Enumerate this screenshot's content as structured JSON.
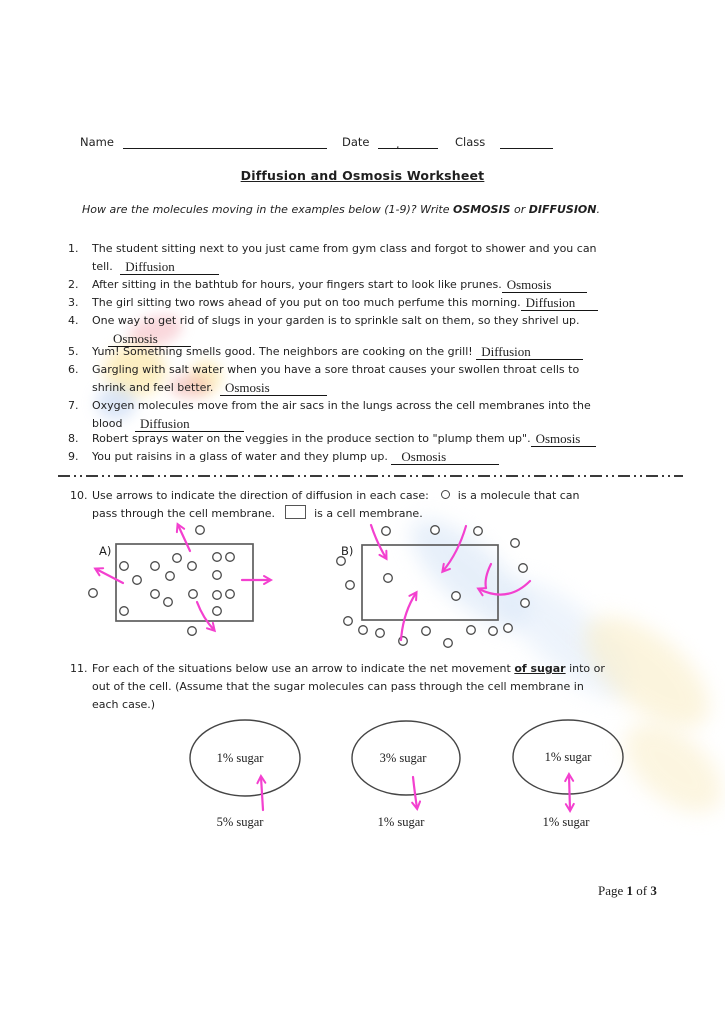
{
  "header": {
    "name_label": "Name",
    "date_label": "Date",
    "date_comma": ",",
    "class_label": "Class"
  },
  "title": "Diffusion and Osmosis Worksheet",
  "instruction": {
    "pre": "How are the molecules moving in the examples below (1-9)?  Write ",
    "osmosis": "OSMOSIS",
    "mid": " or ",
    "diffusion": "DIFFUSION",
    "end": "."
  },
  "questions": [
    {
      "num": "1.",
      "line1": "The student sitting next to you just came from gym class and forgot to shower and you can",
      "line2": "tell.",
      "answer": "Diffusion"
    },
    {
      "num": "2.",
      "line1": "After sitting in the bathtub for hours, your fingers start to look like prunes.",
      "answer": "Osmosis"
    },
    {
      "num": "3.",
      "line1": "The girl sitting two rows ahead of you put on too much perfume this morning.",
      "answer": "Diffusion"
    },
    {
      "num": "4.",
      "line1": "One way to get rid of slugs in your garden is to sprinkle salt on them, so they shrivel up.",
      "answer": "Osmosis"
    },
    {
      "num": "5.",
      "line1": "Yum! Something smells good. The neighbors are cooking on the grill!",
      "answer": "Diffusion"
    },
    {
      "num": "6.",
      "line1": "Gargling with salt water when you have a sore throat causes your swollen throat cells to",
      "line2": "shrink and feel better.",
      "answer": "Osmosis"
    },
    {
      "num": "7.",
      "line1": "Oxygen molecules move from the air sacs in the lungs across the cell membranes into the",
      "line2": "blood",
      "answer": "Diffusion"
    },
    {
      "num": "8.",
      "line1": "Robert sprays water on the veggies in the produce section to \"plump them up\".",
      "answer": "Osmosis"
    },
    {
      "num": "9.",
      "line1": "You put raisins in a glass of water and they plump up.",
      "answer": "Osmosis"
    }
  ],
  "q10": {
    "num": "10.",
    "line1_a": "Use arrows to indicate the direction of diffusion in each case:",
    "line1_b": "is a molecule that can",
    "line2_a": "pass through the cell membrane.",
    "line2_b": "is a cell membrane."
  },
  "diagram_a": {
    "label": "A)",
    "net_diffusion": "out of cell"
  },
  "diagram_b": {
    "label": "B)",
    "net_diffusion": "into cell"
  },
  "q11": {
    "num": "11.",
    "line1_a": "For each of the situations below use an arrow to indicate the net movement ",
    "line1_b": "of sugar",
    "line1_c": " into or",
    "line2": "out of the cell.  (Assume that the sugar molecules can pass through the cell membrane in",
    "line3": "each case.)"
  },
  "cells": [
    {
      "inside": "1% sugar",
      "outside": "5% sugar",
      "net_movement": "in"
    },
    {
      "inside": "3% sugar",
      "outside": "1% sugar",
      "net_movement": "out"
    },
    {
      "inside": "1% sugar",
      "outside": "1% sugar",
      "net_movement": "equilibrium"
    }
  ],
  "footer": {
    "page_label": "Page",
    "page_number": "1",
    "of_label": "of",
    "total_pages": "3"
  },
  "colors": {
    "arrow_pink": "#f340cf",
    "ink": "#1f1f1f"
  }
}
